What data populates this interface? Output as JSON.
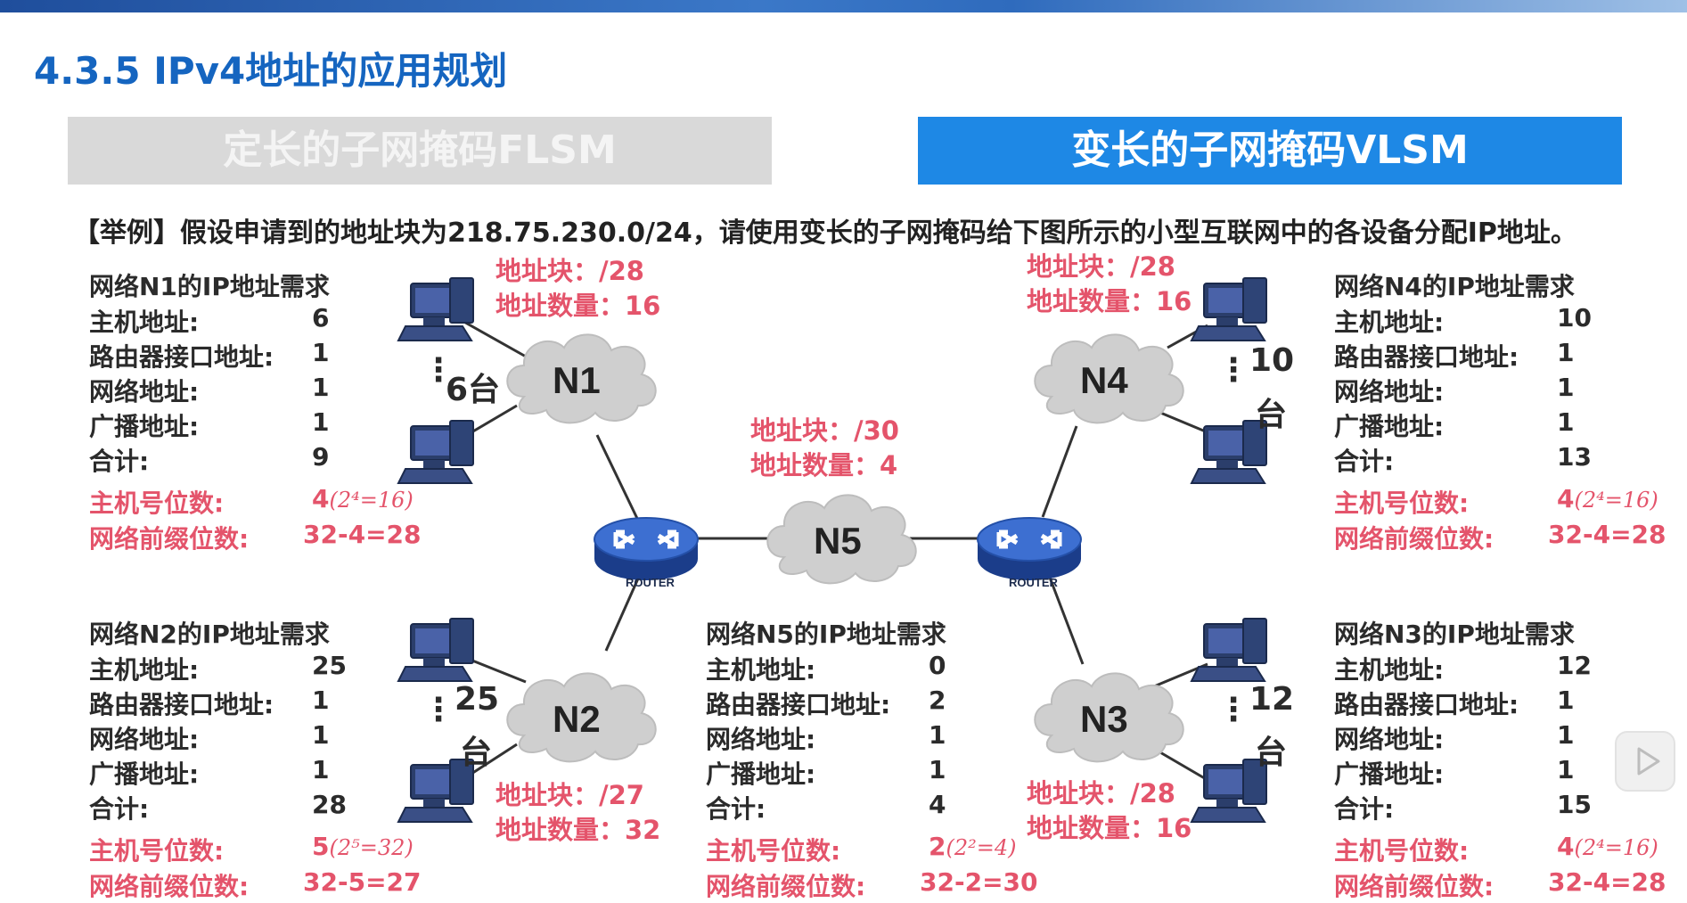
{
  "title": "4.3.5 IPv4地址的应用规划",
  "tabs": {
    "flsm": "定长的子网掩码FLSM",
    "vlsm": "变长的子网掩码VLSM"
  },
  "example": "【举例】假设申请到的地址块为218.75.230.0/24，请使用变长的子网掩码给下图所示的小型互联网中的各设备分配IP地址。",
  "labels": {
    "host": "主机地址:",
    "router": "路由器接口地址:",
    "net": "网络地址:",
    "bcast": "广播地址:",
    "total": "合计:",
    "hostbits": "主机号位数:",
    "prefix": "网络前缀位数:"
  },
  "n1": {
    "title": "网络N1的IP地址需求",
    "host": "6",
    "router": "1",
    "net": "1",
    "bcast": "1",
    "total": "9",
    "hostbits": "4",
    "hostbits_note": "(2⁴=16)",
    "prefix": "32-4=28",
    "block": "地址块：/28",
    "amount": "地址数量：16",
    "count": "6台",
    "name": "N1"
  },
  "n2": {
    "title": "网络N2的IP地址需求",
    "host": "25",
    "router": "1",
    "net": "1",
    "bcast": "1",
    "total": "28",
    "hostbits": "5",
    "hostbits_note": "(2⁵=32)",
    "prefix": "32-5=27",
    "block": "地址块：/27",
    "amount": "地址数量：32",
    "count_num": "25",
    "count_unit": "台",
    "name": "N2"
  },
  "n3": {
    "title": "网络N3的IP地址需求",
    "host": "12",
    "router": "1",
    "net": "1",
    "bcast": "1",
    "total": "15",
    "hostbits": "4",
    "hostbits_note": "(2⁴=16)",
    "prefix": "32-4=28",
    "block": "地址块：/28",
    "amount": "地址数量：16",
    "count_num": "12",
    "count_unit": "台",
    "name": "N3"
  },
  "n4": {
    "title": "网络N4的IP地址需求",
    "host": "10",
    "router": "1",
    "net": "1",
    "bcast": "1",
    "total": "13",
    "hostbits": "4",
    "hostbits_note": "(2⁴=16)",
    "prefix": "32-4=28",
    "block": "地址块：/28",
    "amount": "地址数量：16",
    "count_num": "10",
    "count_unit": "台",
    "name": "N4"
  },
  "n5": {
    "title": "网络N5的IP地址需求",
    "host": "0",
    "router": "2",
    "net": "1",
    "bcast": "1",
    "total": "4",
    "hostbits": "2",
    "hostbits_note": "(2²=4)",
    "prefix": "32-2=30",
    "block": "地址块：/30",
    "amount": "地址数量：4",
    "name": "N5"
  },
  "router_label": "ROUTER",
  "ellipsis": "⋮"
}
